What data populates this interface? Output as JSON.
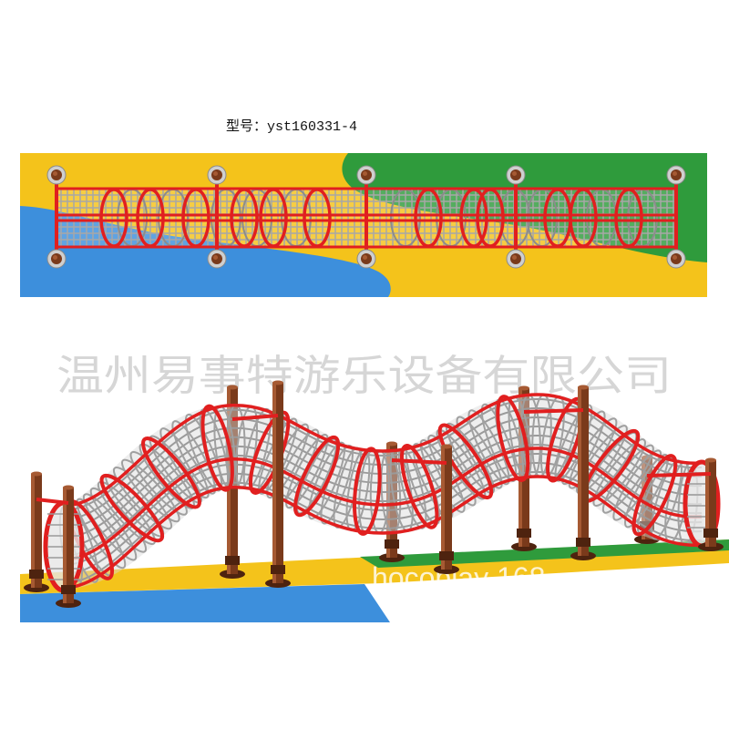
{
  "model_label": "型号：yst160331-4",
  "watermark_company": "温州易事特游乐设备有限公司",
  "watermark_brand": "hocoplay 168",
  "colors": {
    "ground_yellow": "#f4c31b",
    "ground_blue": "#3d8fdc",
    "ground_green": "#2f9b3c",
    "frame_red": "#e11f1f",
    "mesh_gray": "#a7a7a7",
    "post_brown": "#7a3a1b",
    "post_brown_light": "#a65a33",
    "post_brown_dark": "#4e230f",
    "watermark_gray": "#d6d6d6",
    "text_black": "#111111"
  }
}
